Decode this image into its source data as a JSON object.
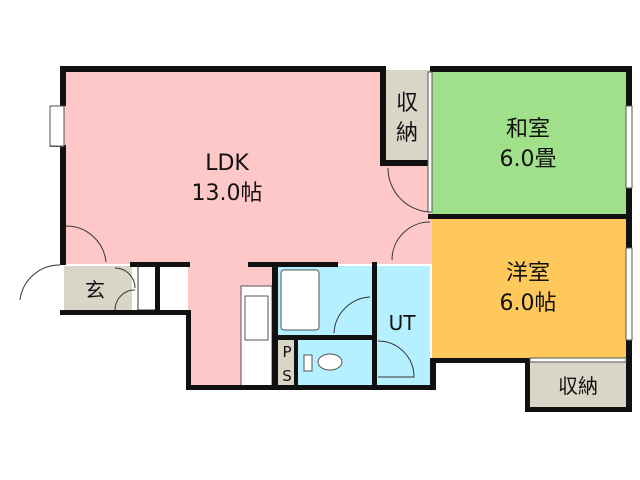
{
  "rooms": {
    "ldk": {
      "name": "LDK",
      "size": "13.0帖",
      "color": "#ffc8c8"
    },
    "washitsu": {
      "name": "和室",
      "size": "6.0畳",
      "color": "#a0e08a"
    },
    "youshitsu": {
      "name": "洋室",
      "size": "6.0帖",
      "color": "#ffc85a"
    },
    "storage_top": {
      "line1": "収",
      "line2": "納",
      "color": "#d9d6c8"
    },
    "storage_bottom": {
      "name": "収納",
      "color": "#d9d6c8"
    },
    "entrance": {
      "name": "玄",
      "color": "#d9d6c8"
    },
    "utility": {
      "name": "UT",
      "color": "#b4f0ff"
    },
    "ps": {
      "line1": "P",
      "line2": "S"
    }
  }
}
